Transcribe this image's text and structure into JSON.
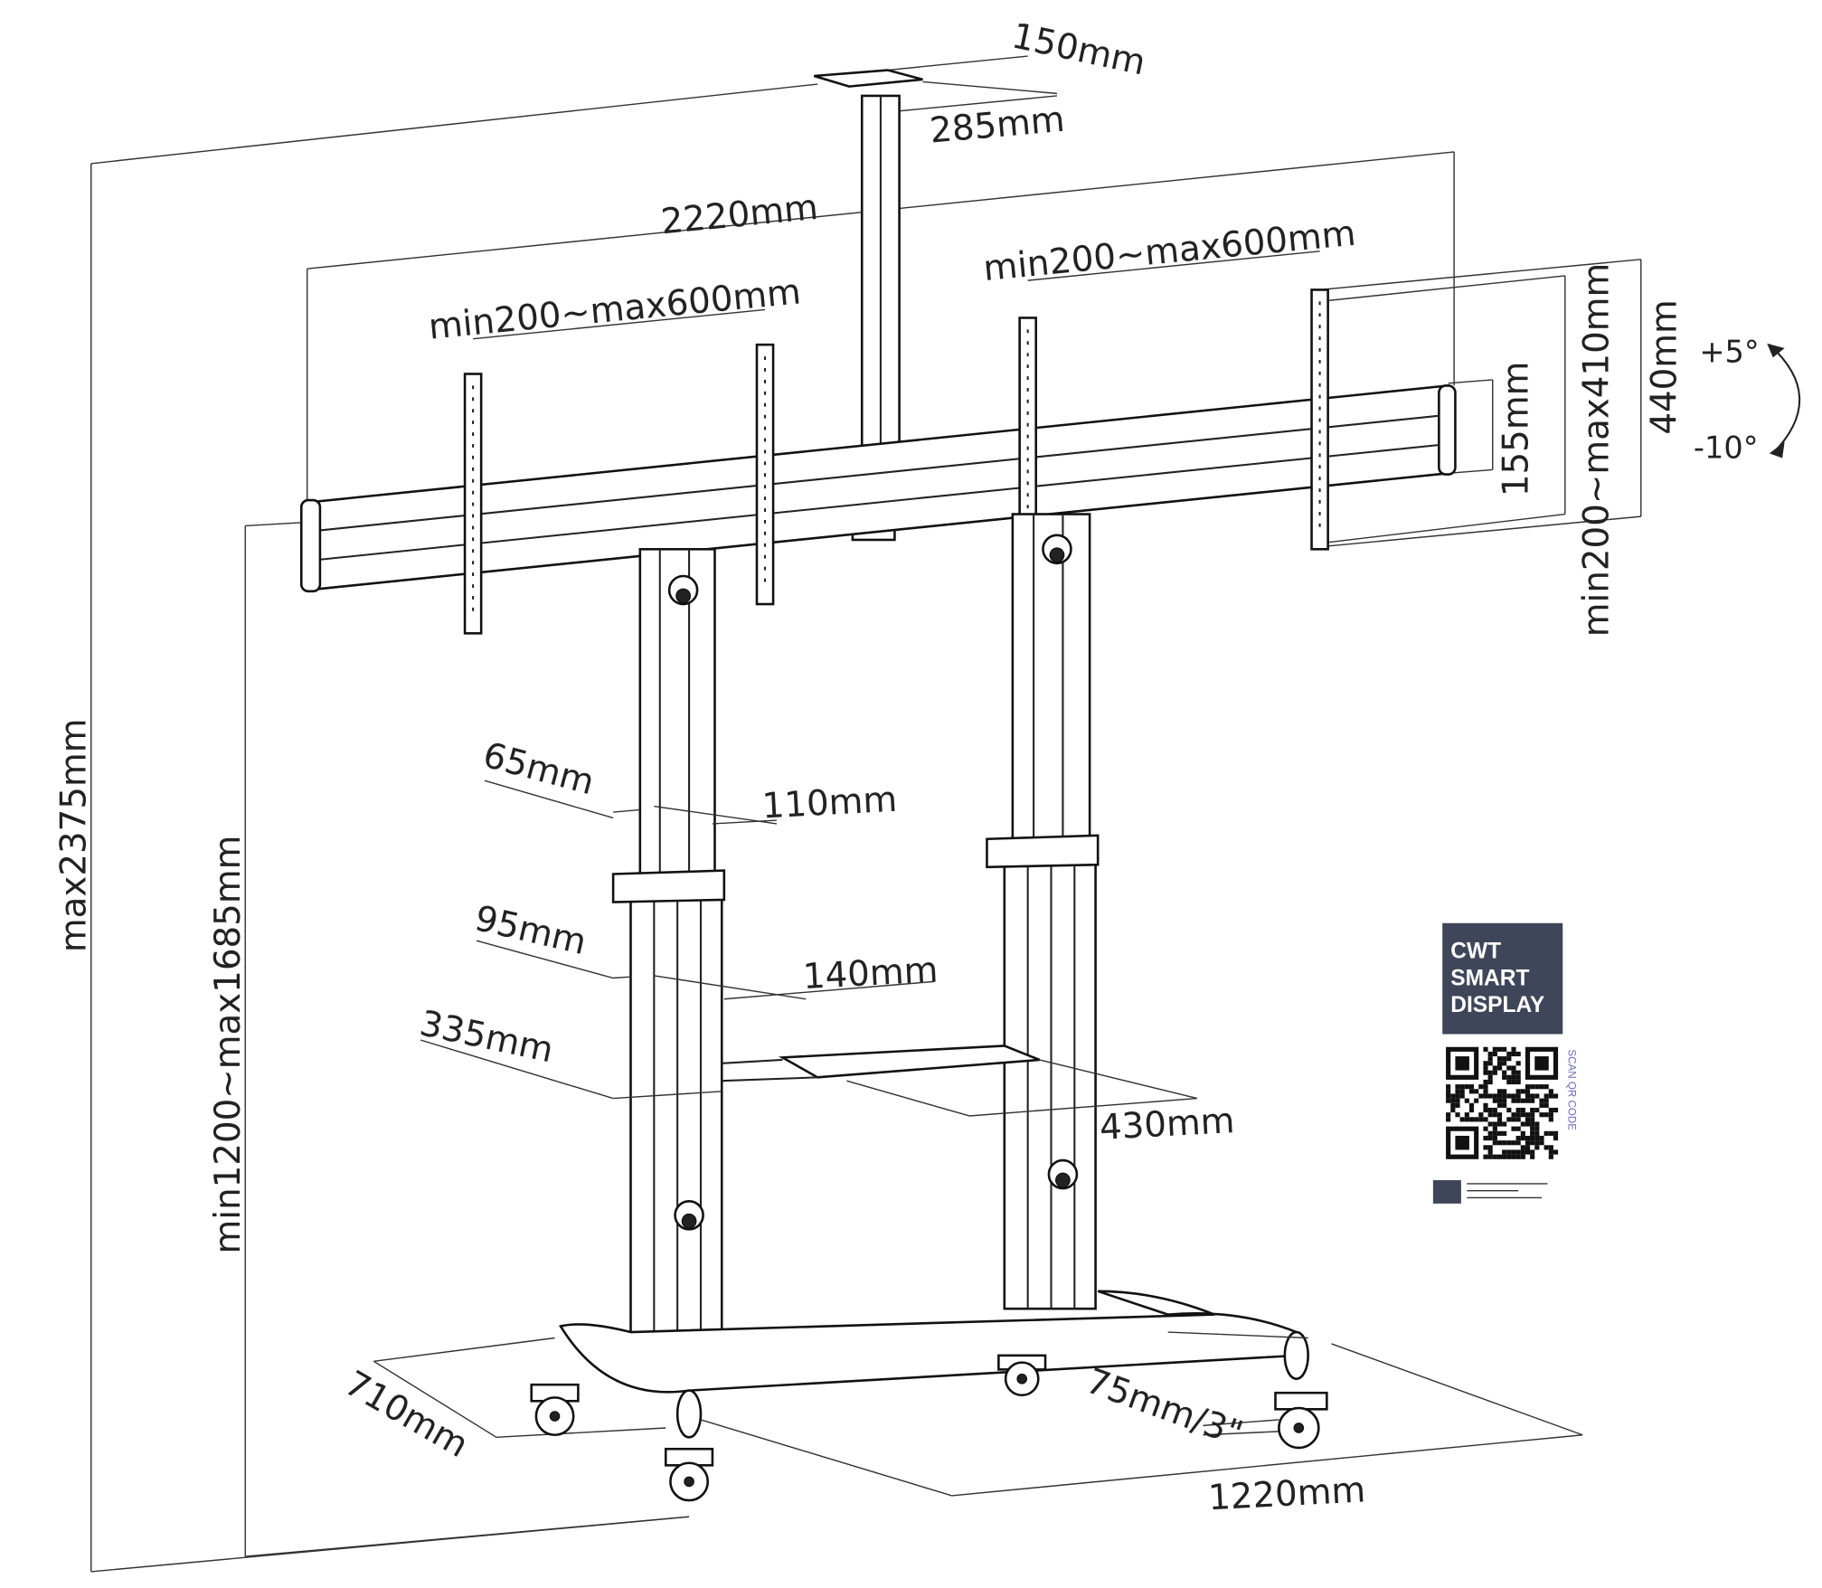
{
  "dimensions": {
    "top_plate_depth": "150mm",
    "top_plate_width": "285mm",
    "total_width": "2220mm",
    "bracket_spacing_left": "min200~max600mm",
    "bracket_spacing_right": "min200~max600mm",
    "bracket_height": "440mm",
    "vesa_vertical": "min200~max410mm",
    "crossbar_height": "155mm",
    "tilt_up": "+5°",
    "tilt_down": "-10°",
    "max_height": "max2375mm",
    "crossbar_height_range": "min1200~max1685mm",
    "upper_column_depth": "65mm",
    "upper_column_width": "110mm",
    "lower_column_depth": "95mm",
    "lower_column_width": "140mm",
    "shelf_depth": "335mm",
    "shelf_width": "430mm",
    "base_depth": "710mm",
    "caster_size": "75mm/3\"",
    "base_width": "1220mm"
  },
  "logo": {
    "line1": "CWT",
    "line2": "SMART",
    "line3": "DISPLAY",
    "scan_text": "SCAN QR CODE",
    "brand_color": "#3f4659"
  }
}
